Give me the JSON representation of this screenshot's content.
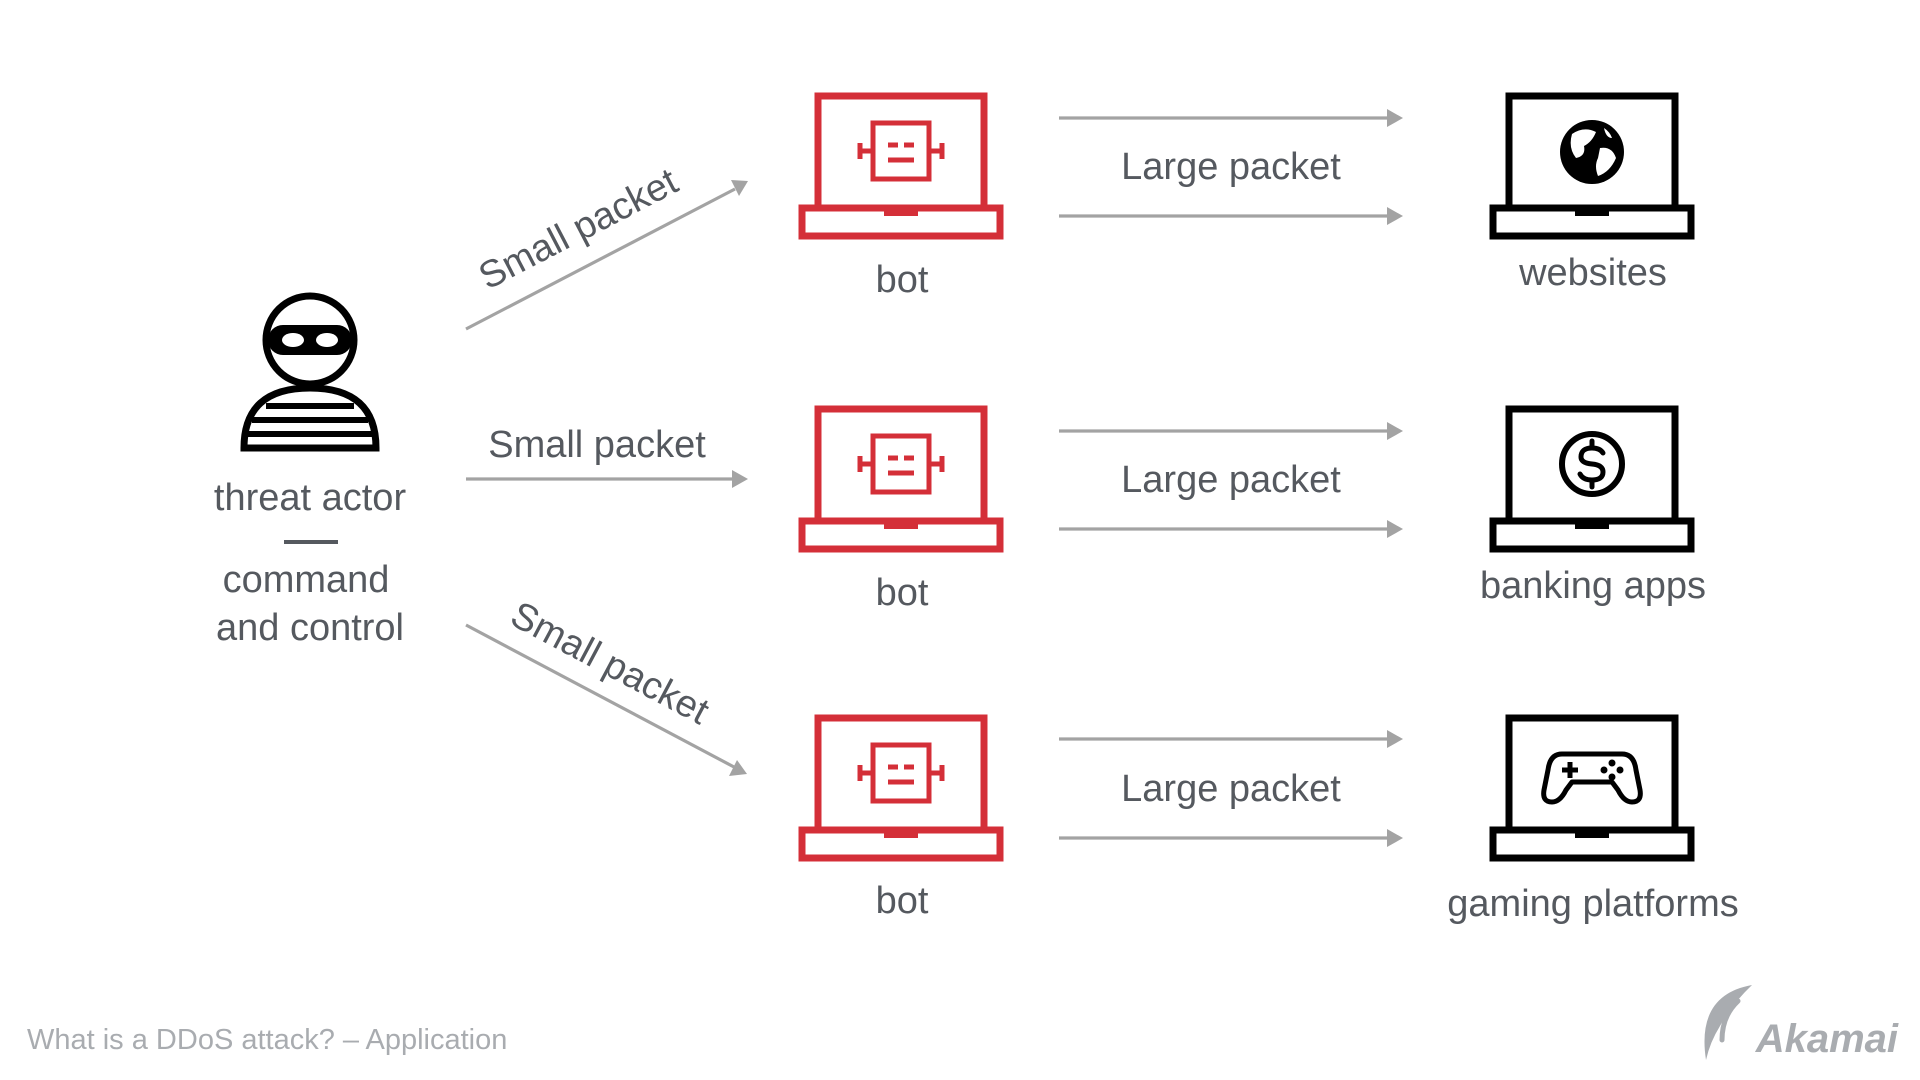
{
  "threat_actor": {
    "line1": "threat actor",
    "line2": "command",
    "line3": "and control"
  },
  "bots": [
    {
      "label": "bot"
    },
    {
      "label": "bot"
    },
    {
      "label": "bot"
    }
  ],
  "small_packet_label": "Small packet",
  "large_packet_label": "Large packet",
  "targets": [
    {
      "label": "websites",
      "icon": "globe-icon"
    },
    {
      "label": "banking apps",
      "icon": "dollar-icon"
    },
    {
      "label": "gaming platforms",
      "icon": "gamepad-icon"
    }
  ],
  "footer": {
    "caption": "What is a DDoS attack? – Application",
    "logo_text": "Akamai"
  },
  "colors": {
    "bot": "#d42f38",
    "target": "#000000",
    "arrow": "#a3a3a3",
    "text": "#55595f",
    "caption": "#a9acb0",
    "logo": "#a9acb0"
  }
}
